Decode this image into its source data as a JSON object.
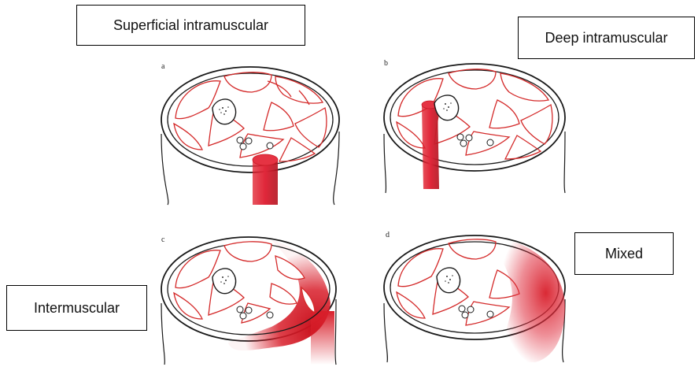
{
  "panels": [
    {
      "letter": "a",
      "label": "Superficial intramuscular"
    },
    {
      "letter": "b",
      "label": "Deep intramuscular"
    },
    {
      "letter": "c",
      "label": "Intermuscular"
    },
    {
      "letter": "d",
      "label": "Mixed"
    }
  ],
  "colors": {
    "muscle_outline": "#d42a2a",
    "hematoma": "#d81e2a",
    "outline": "#1a1a1a"
  }
}
